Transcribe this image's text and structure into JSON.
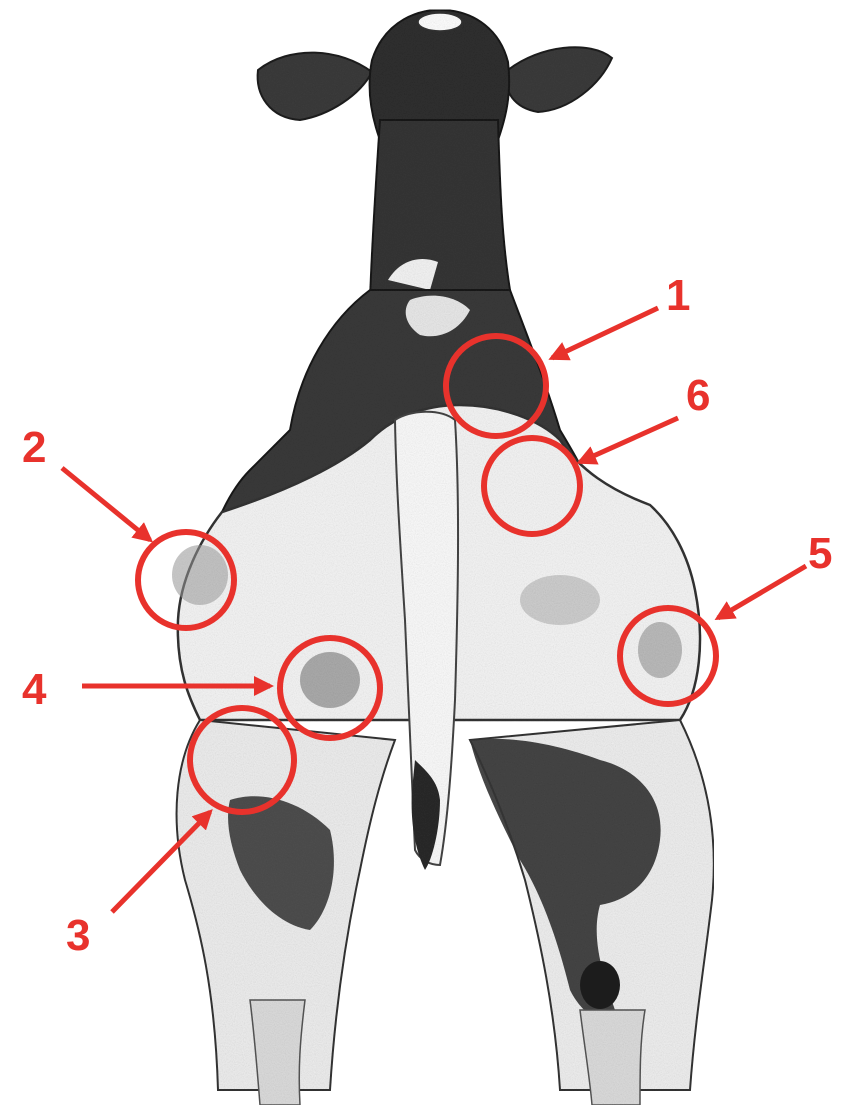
{
  "accent_color": "#e8322c",
  "illustration_ink": "#3a3a3a",
  "illustration": "cow-rear-view",
  "labels": [
    {
      "id": "1",
      "text": "1"
    },
    {
      "id": "2",
      "text": "2"
    },
    {
      "id": "3",
      "text": "3"
    },
    {
      "id": "4",
      "text": "4"
    },
    {
      "id": "5",
      "text": "5"
    },
    {
      "id": "6",
      "text": "6"
    }
  ]
}
